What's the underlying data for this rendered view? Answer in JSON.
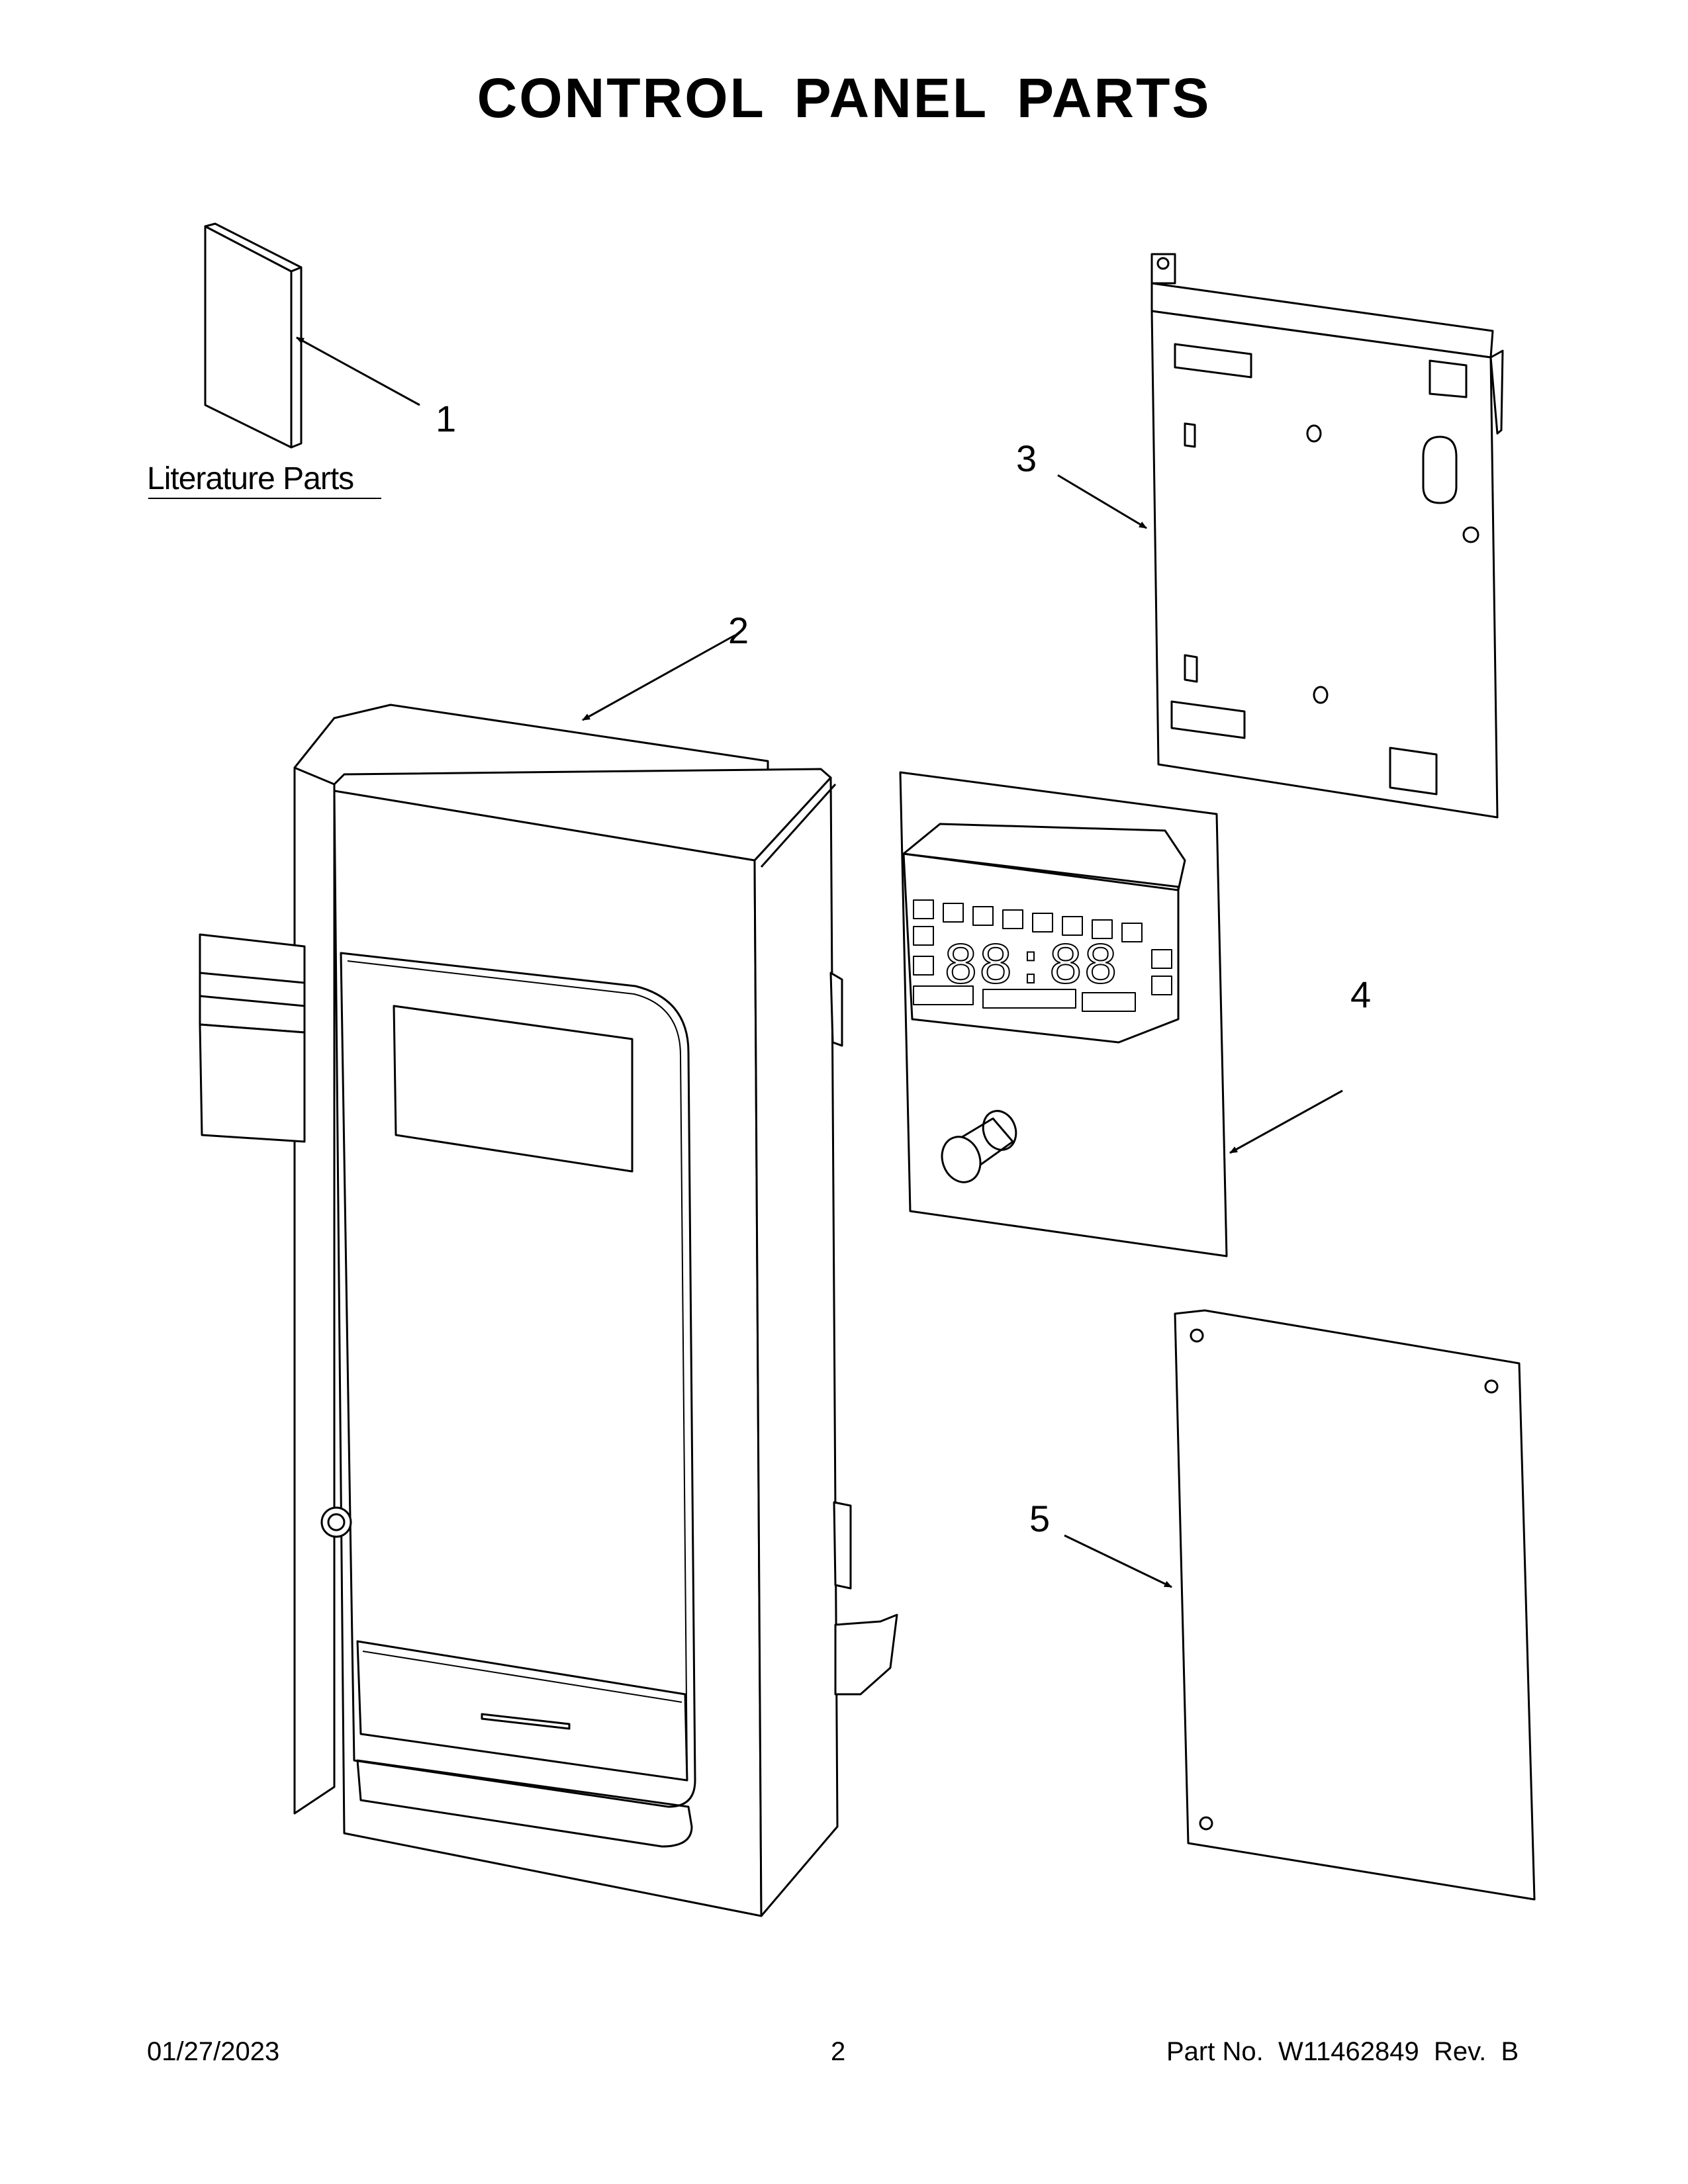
{
  "page": {
    "title": "CONTROL PANEL PARTS"
  },
  "literature": {
    "label": "Literature Parts"
  },
  "callouts": [
    "1",
    "2",
    "3",
    "4",
    "5"
  ],
  "display": {
    "digits": "88:88"
  },
  "footer": {
    "date": "01/27/2023",
    "page_number": "2",
    "part_label": "Part No.",
    "part_number": "W11462849",
    "rev_label": "Rev.",
    "rev_value": "B"
  }
}
